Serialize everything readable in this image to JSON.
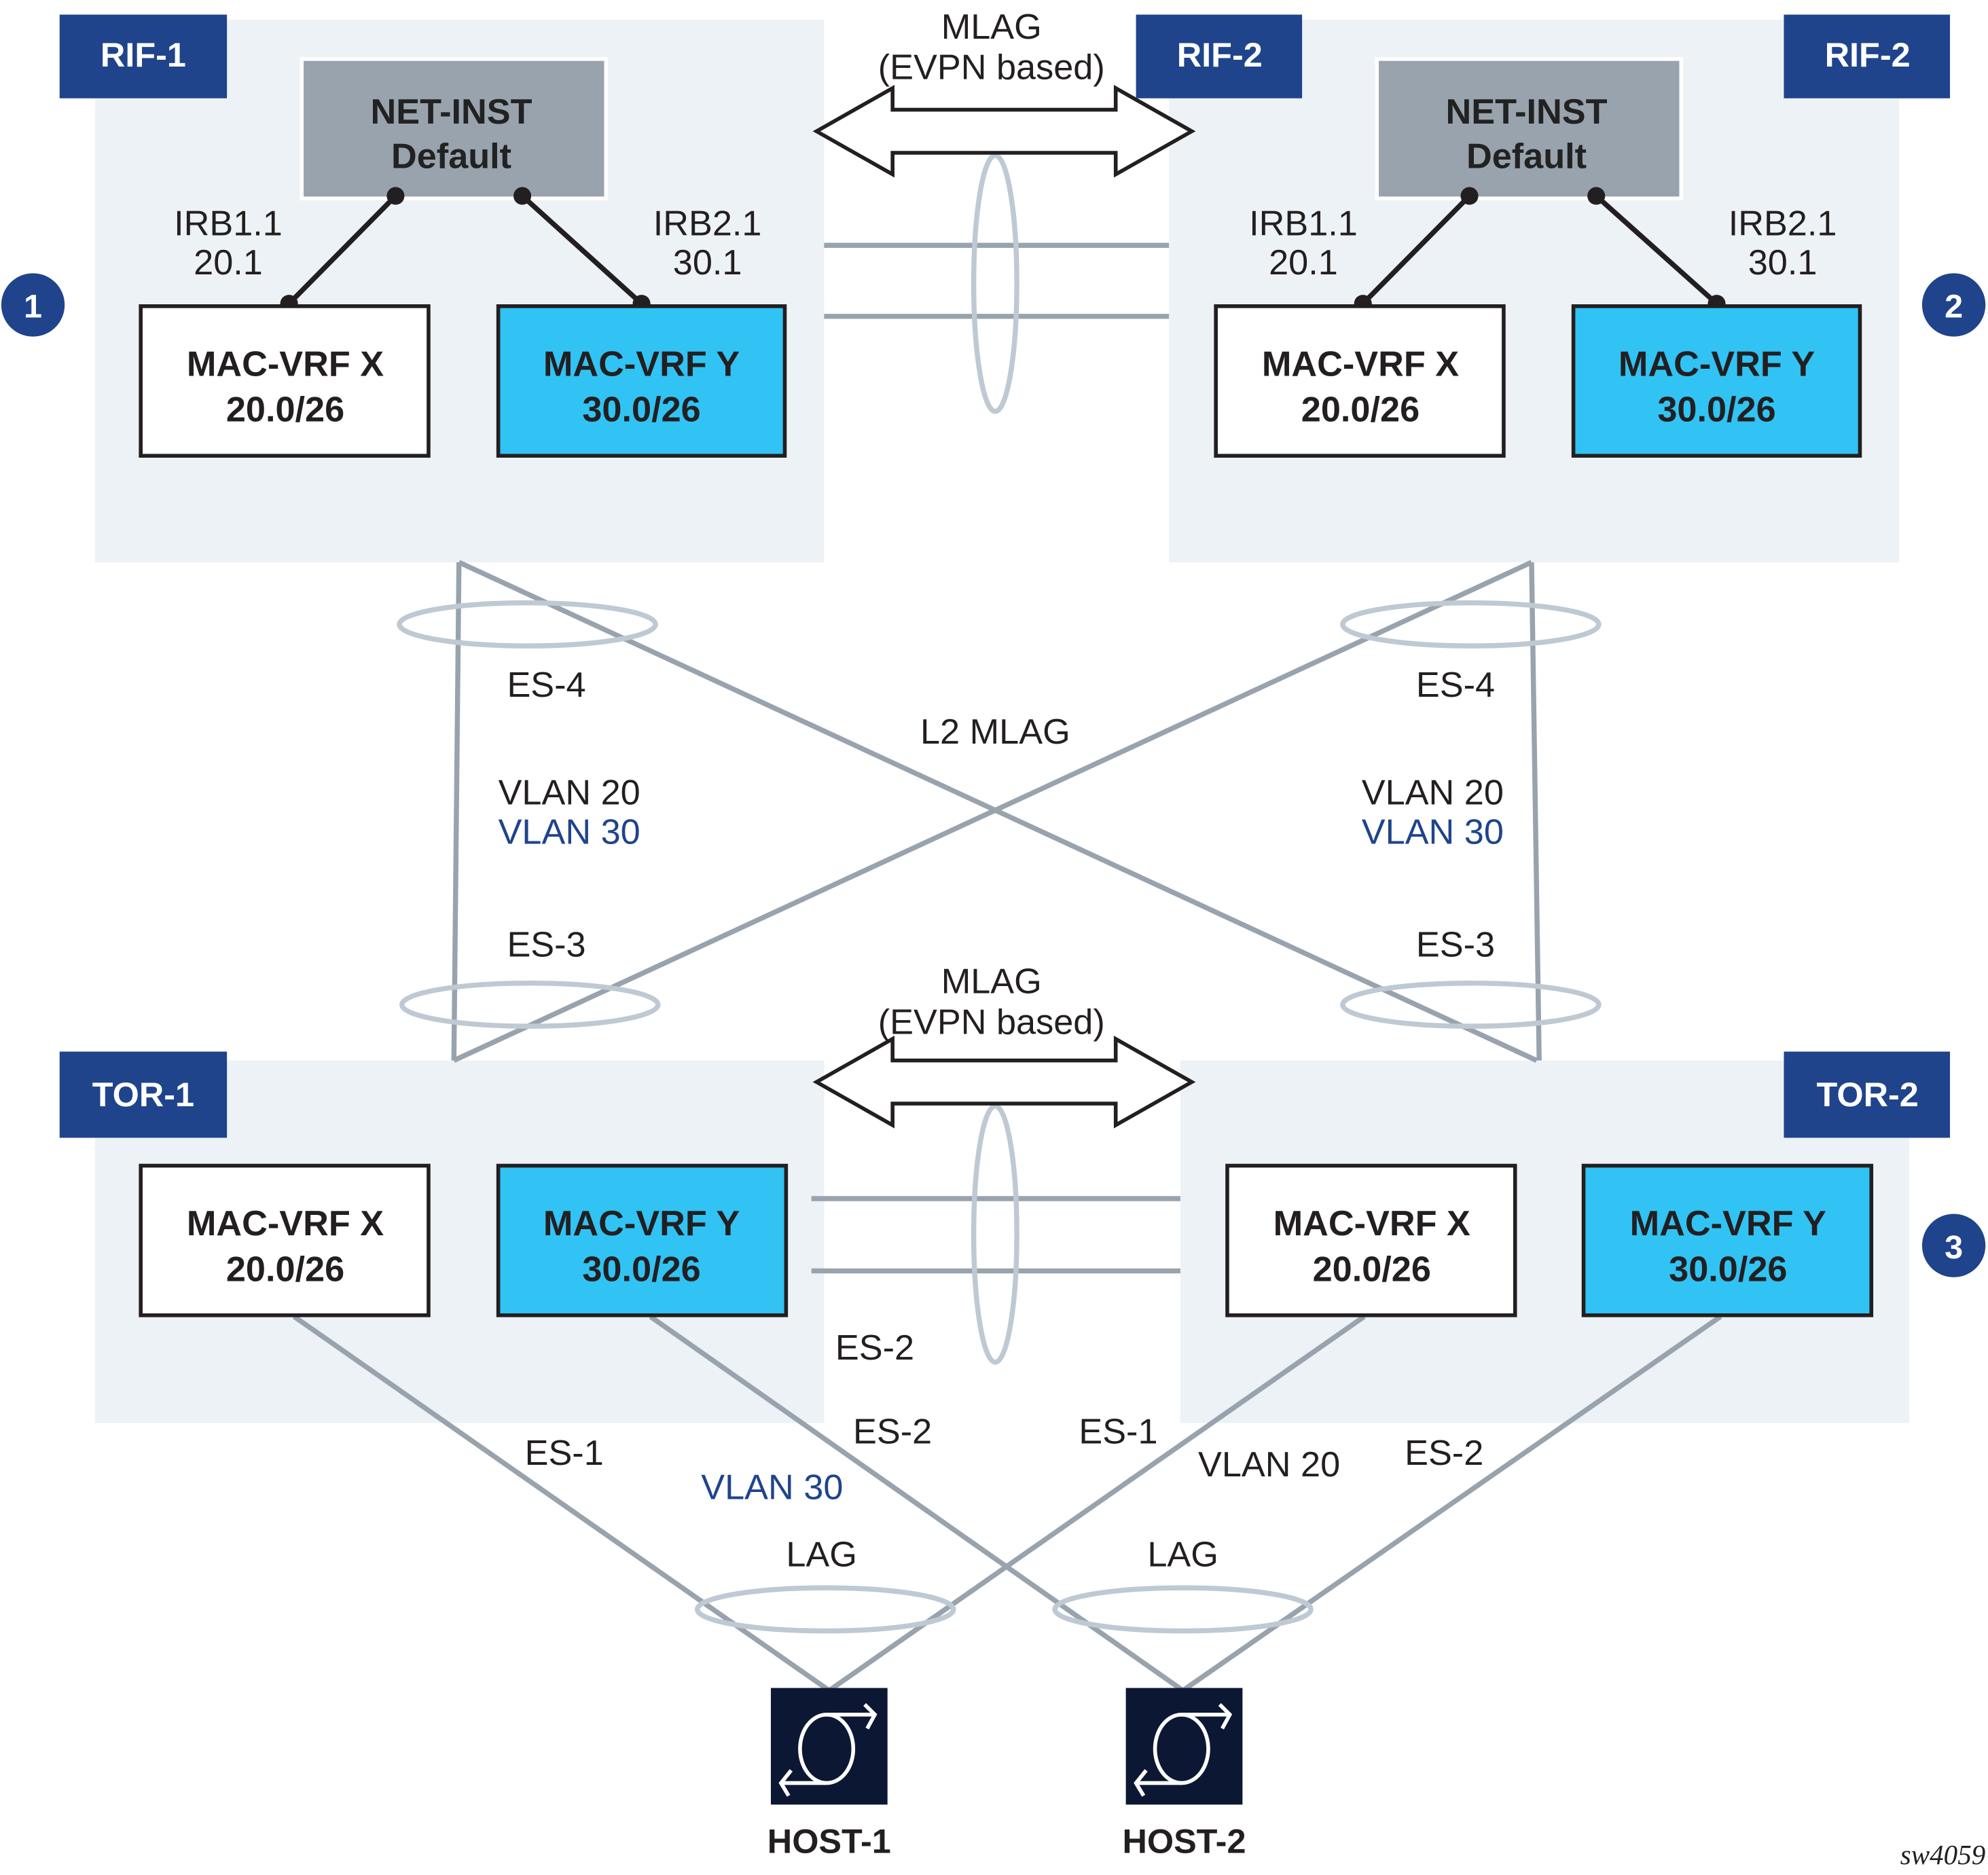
{
  "figure_id": "sw4059",
  "top_mlag": {
    "line1": "MLAG",
    "line2": "(EVPN based)"
  },
  "bottom_mlag": {
    "line1": "MLAG",
    "line2": "(EVPN based)"
  },
  "l2_mlag": "L2 MLAG",
  "rif1": {
    "tag": "RIF-1",
    "badge": "1",
    "net_inst": {
      "line1": "NET-INST",
      "line2": "Default"
    },
    "irb1": {
      "name": "IRB1.1",
      "addr": "20.1"
    },
    "irb2": {
      "name": "IRB2.1",
      "addr": "30.1"
    },
    "vrf_x": {
      "name": "MAC-VRF X",
      "subnet": "20.0/26"
    },
    "vrf_y": {
      "name": "MAC-VRF Y",
      "subnet": "30.0/26"
    }
  },
  "rif2": {
    "tag_left": "RIF-2",
    "tag_right": "RIF-2",
    "badge": "2",
    "net_inst": {
      "line1": "NET-INST",
      "line2": "Default"
    },
    "irb1": {
      "name": "IRB1.1",
      "addr": "20.1"
    },
    "irb2": {
      "name": "IRB2.1",
      "addr": "30.1"
    },
    "vrf_x": {
      "name": "MAC-VRF X",
      "subnet": "20.0/26"
    },
    "vrf_y": {
      "name": "MAC-VRF Y",
      "subnet": "30.0/26"
    }
  },
  "tor1": {
    "tag": "TOR-1",
    "vrf_x": {
      "name": "MAC-VRF X",
      "subnet": "20.0/26"
    },
    "vrf_y": {
      "name": "MAC-VRF Y",
      "subnet": "30.0/26"
    }
  },
  "tor2": {
    "tag": "TOR-2",
    "badge": "3",
    "vrf_x": {
      "name": "MAC-VRF X",
      "subnet": "20.0/26"
    },
    "vrf_y": {
      "name": "MAC-VRF Y",
      "subnet": "30.0/26"
    }
  },
  "spine_links": {
    "left": {
      "es_top": "ES-4",
      "vlan_a": "VLAN 20",
      "vlan_b": "VLAN 30",
      "es_bottom": "ES-3"
    },
    "right": {
      "es_top": "ES-4",
      "vlan_a": "VLAN 20",
      "vlan_b": "VLAN 30",
      "es_bottom": "ES-3"
    }
  },
  "access_links": {
    "tor1_es2_upper": "ES-2",
    "tor1_es1": "ES-1",
    "tor1_es2": "ES-2",
    "tor1_vlan": "VLAN 30",
    "tor2_es1": "ES-1",
    "tor2_vlan": "VLAN 20",
    "tor2_es2": "ES-2",
    "lag1": "LAG",
    "lag2": "LAG"
  },
  "hosts": [
    {
      "name": "HOST-1",
      "icon": "router-icon"
    },
    {
      "name": "HOST-2",
      "icon": "router-icon"
    }
  ],
  "colors": {
    "tag_blue": "#1f448c",
    "vrf_y_cyan": "#31c3f4",
    "net_inst_gray": "#99a3ae",
    "panel_bg": "#edf2f7",
    "link_gray": "#99a3ae",
    "host_navy": "#0c1833"
  }
}
